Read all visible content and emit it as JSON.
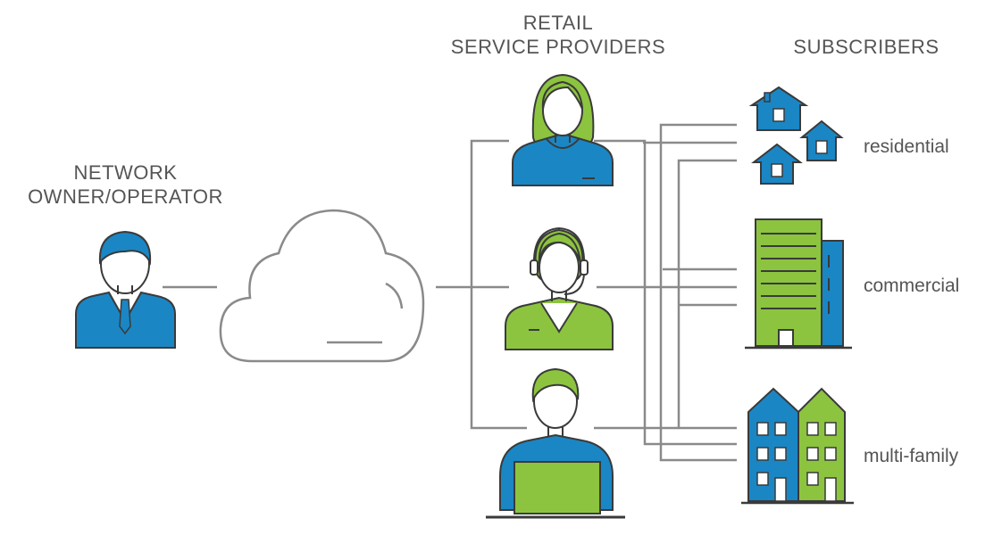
{
  "headings": {
    "network_owner_line1": "NETWORK",
    "network_owner_line2": "OWNER/OPERATOR",
    "retail_line1": "RETAIL",
    "retail_line2": "SERVICE PROVIDERS",
    "subscribers": "SUBSCRIBERS"
  },
  "subscriber_types": {
    "residential": "residential",
    "commercial": "commercial",
    "multi_family": "multi-family"
  },
  "colors": {
    "blue": "#1b86c4",
    "green": "#8cc43f",
    "line": "#8a8a8a",
    "text": "#555555"
  }
}
